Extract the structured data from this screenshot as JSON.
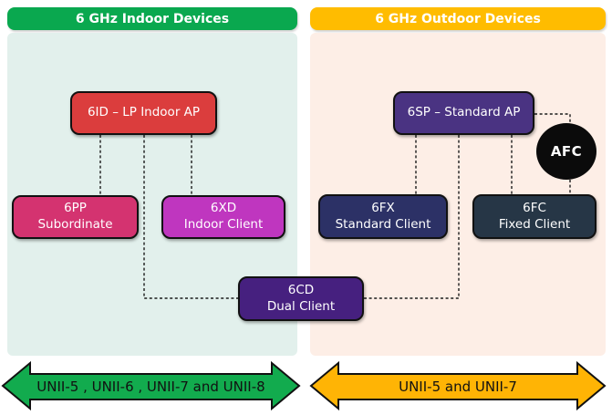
{
  "headers": {
    "indoor": {
      "label": "6 GHz Indoor Devices",
      "color": "#0aa84f"
    },
    "outdoor": {
      "label": "6 GHz Outdoor Devices",
      "color": "#ffbc00"
    }
  },
  "panels": {
    "indoor_bg": "#e2f0ec",
    "outdoor_bg": "#fdeee6"
  },
  "nodes": {
    "sixid": {
      "line1": "6ID – LP Indoor AP",
      "color": "#db3d3d"
    },
    "sixpp": {
      "line1": "6PP",
      "line2": "Subordinate",
      "color": "#d43370"
    },
    "sixxd": {
      "line1": "6XD",
      "line2": "Indoor Client",
      "color": "#bf36bf"
    },
    "sixsp": {
      "line1": "6SP – Standard AP",
      "color": "#4a3382"
    },
    "sixfx": {
      "line1": "6FX",
      "line2": "Standard Client",
      "color": "#2c3166"
    },
    "sixfc": {
      "line1": "6FC",
      "line2": "Fixed Client",
      "color": "#263646"
    },
    "sixcd": {
      "line1": "6CD",
      "line2": "Dual Client",
      "color": "#46207f"
    },
    "afc": {
      "label": "AFC",
      "color": "#0b0b0b"
    }
  },
  "arrows": {
    "indoor": {
      "label": "UNII-5 , UNII-6 , UNII-7 and UNII-8",
      "color": "#12ab4e"
    },
    "outdoor": {
      "label": "UNII-5 and UNII-7",
      "color": "#ffb405"
    }
  },
  "connector_color": "#1b1b1b"
}
